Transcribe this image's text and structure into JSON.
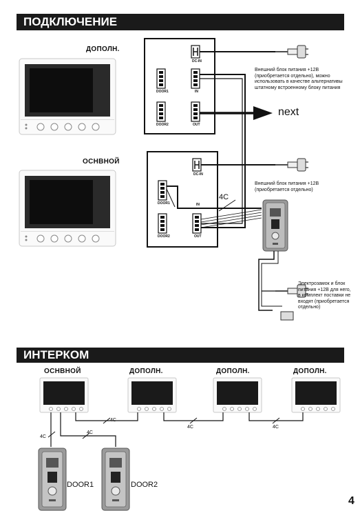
{
  "section1": {
    "title": "ПОДКЛЮЧЕНИЕ",
    "monitor_top_label": "ДОПОЛН.",
    "monitor_bottom_label": "ОСНВНОЙ",
    "ports": {
      "dc_in": "DC-IN",
      "door1": "DOOR1",
      "door2": "DOOR2",
      "in": "IN",
      "out": "OUT"
    },
    "note_power_top": "Внешний блок питания +12В (приобретается отдельно), можно использовать в качестве альтернативы штатному встроенному блоку питания",
    "next_label": "next",
    "note_power_bottom": "Внешний блок питания +12В (приобретается отдельно)",
    "cable_label": "4С",
    "note_lock": "Электрозамок и блок питания +12В для него, в комплект поставки не входят (приобретается отдельно)"
  },
  "section2": {
    "title": "ИНТЕРКОМ",
    "monitors": [
      "ОСНВНОЙ",
      "ДОПОЛН.",
      "ДОПОЛН.",
      "ДОПОЛН."
    ],
    "cable_label": "4С",
    "doors": [
      "DOOR1",
      "DOOR2"
    ]
  },
  "page_number": "4"
}
